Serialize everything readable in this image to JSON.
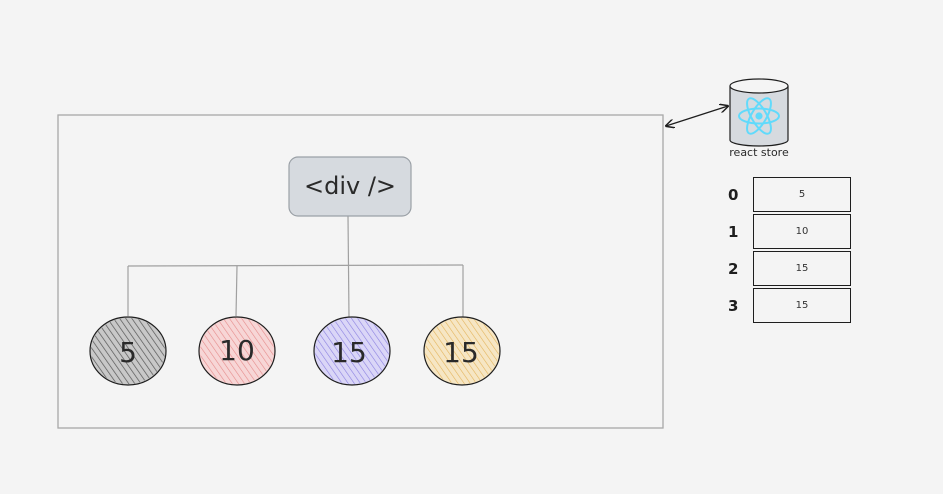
{
  "div_node": {
    "label": "<div />"
  },
  "children": [
    {
      "value": "5",
      "fill": "#c8c8c8",
      "stroke": "#1e1e1e",
      "hatch": "#555555"
    },
    {
      "value": "10",
      "fill": "#f7d6d6",
      "stroke": "#1e1e1e",
      "hatch": "#e58a8a"
    },
    {
      "value": "15",
      "fill": "#dad6f7",
      "stroke": "#1e1e1e",
      "hatch": "#8a7fe0"
    },
    {
      "value": "15",
      "fill": "#f6e6c4",
      "stroke": "#1e1e1e",
      "hatch": "#e3b45b"
    }
  ],
  "store": {
    "label": "react store",
    "icon": "react-logo-icon",
    "accent": "#61dafb",
    "rows": [
      {
        "index": "0",
        "value": "5"
      },
      {
        "index": "1",
        "value": "10"
      },
      {
        "index": "2",
        "value": "15"
      },
      {
        "index": "3",
        "value": "15"
      }
    ]
  }
}
